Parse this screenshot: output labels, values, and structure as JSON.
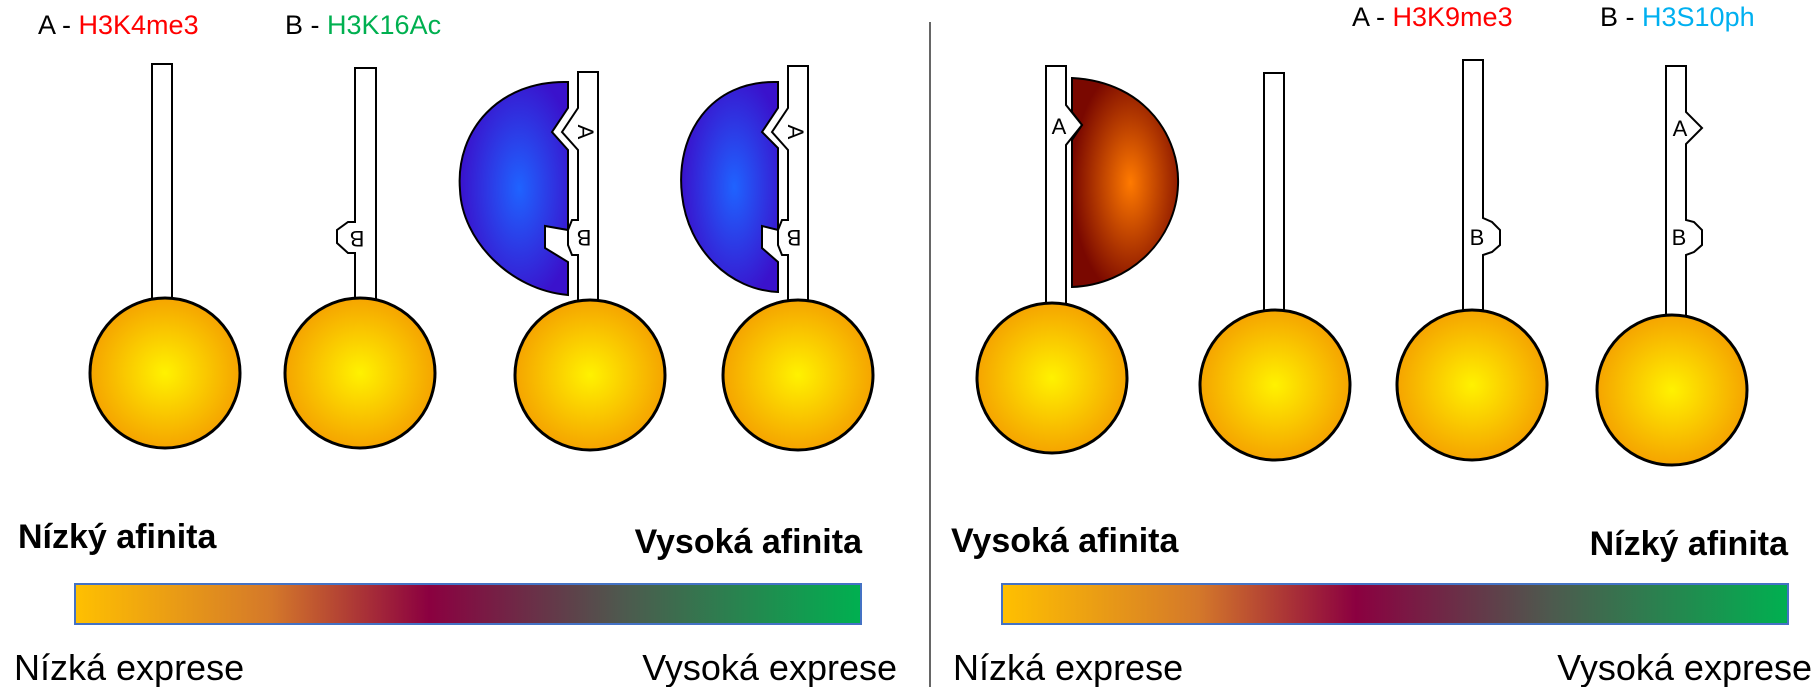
{
  "colors": {
    "red": "#ff0000",
    "green": "#00b050",
    "cyan": "#00b0f0",
    "nucleosome": "#ffd000",
    "reader_blue": "#3322dd",
    "reader_brown": "#b03000",
    "gradient": [
      "#ffc000",
      "#c06030",
      "#8b0040",
      "#406050",
      "#00b050"
    ]
  },
  "left": {
    "legend": {
      "a_prefix": "A - ",
      "a_mark": "H3K4me3",
      "b_prefix": "B - ",
      "b_mark": "H3K16Ac"
    },
    "affinity_low": "Nízký afinita",
    "affinity_high": "Vysoká afinita",
    "expression_low": "Nízká exprese",
    "expression_high": "Vysoká exprese"
  },
  "right": {
    "legend": {
      "a_prefix": "A - ",
      "a_mark": "H3K9me3",
      "b_prefix": "B - ",
      "b_mark": "H3S10ph"
    },
    "affinity_high": "Vysoká afinita",
    "affinity_low": "Nízký afinita",
    "expression_low": "Nízká exprese",
    "expression_high": "Vysoká exprese"
  },
  "notch_labels": {
    "a": "A",
    "b": "B"
  }
}
